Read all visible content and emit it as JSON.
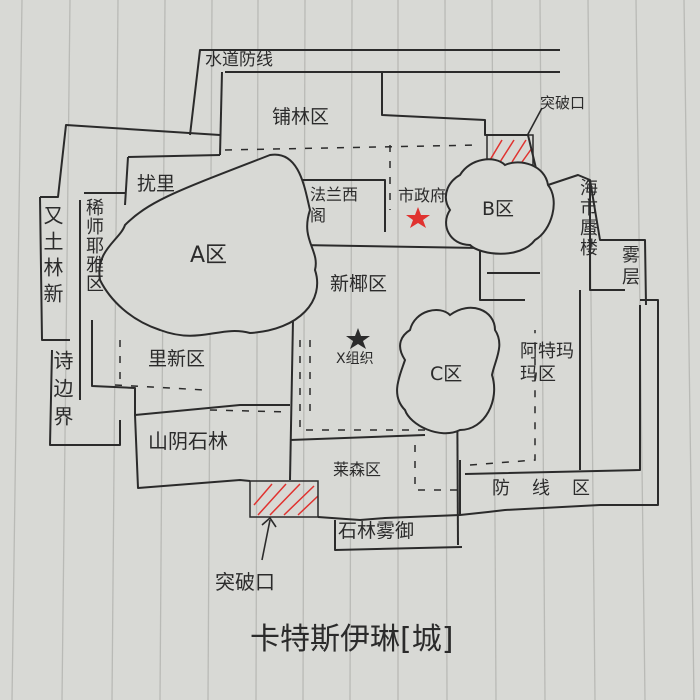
{
  "map_title": "卡特斯伊琳[城]",
  "regions": {
    "waterway_defense": "水道防线",
    "pulin": "铺林区",
    "raoli": "扰里",
    "xishi_yeya": "稀师耶雅区",
    "youtu_linxin": "又土林新",
    "shi_border": "诗边界",
    "a_district": "A区",
    "falanxi": "法兰西阁",
    "city_hall": "市政府",
    "b_district": "B区",
    "mirage": "海市蜃楼",
    "fog_layer": "雾层",
    "xinye": "新椰区",
    "organization": "X组织",
    "c_district": "C区",
    "atema": "阿特玛玛区",
    "lixin": "里新区",
    "shanyin_shilin": "山阴石林",
    "laisen": "莱森区",
    "shilin_wuyu": "石林雾御",
    "defense_line": "防线区"
  },
  "breach_points": [
    "突破口",
    "突破口"
  ],
  "colors": {
    "ink": "#2b2b2b",
    "red": "#e0322f",
    "paper": "#d8d9d5"
  }
}
